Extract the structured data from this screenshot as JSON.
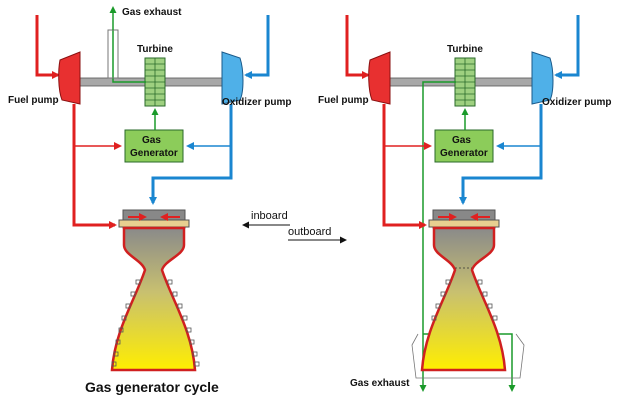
{
  "labels": {
    "gas_exhaust_top": "Gas exhaust",
    "turbine_left": "Turbine",
    "turbine_right": "Turbine",
    "fuel_pump_left": "Fuel pump",
    "fuel_pump_right": "Fuel pump",
    "oxidizer_pump_left": "Oxidizer pump",
    "oxidizer_pump_right": "Oxidizer pump",
    "gas_generator_left_line1": "Gas",
    "gas_generator_left_line2": "Generator",
    "gas_generator_right_line1": "Gas",
    "gas_generator_right_line2": "Generator",
    "inboard": "inboard",
    "outboard": "outboard",
    "gas_exhaust_bottom": "Gas exhaust",
    "caption": "Gas generator cycle"
  },
  "colors": {
    "fuel": "#e02020",
    "oxidizer": "#1a86d0",
    "exhaust": "#1a9a2a",
    "generator_fill": "#8ccc5a",
    "turbine_fill": "#9ed080",
    "shaft": "#9a9a9a",
    "pump_fuel": "#e83030",
    "pump_ox": "#4fb0e8"
  }
}
